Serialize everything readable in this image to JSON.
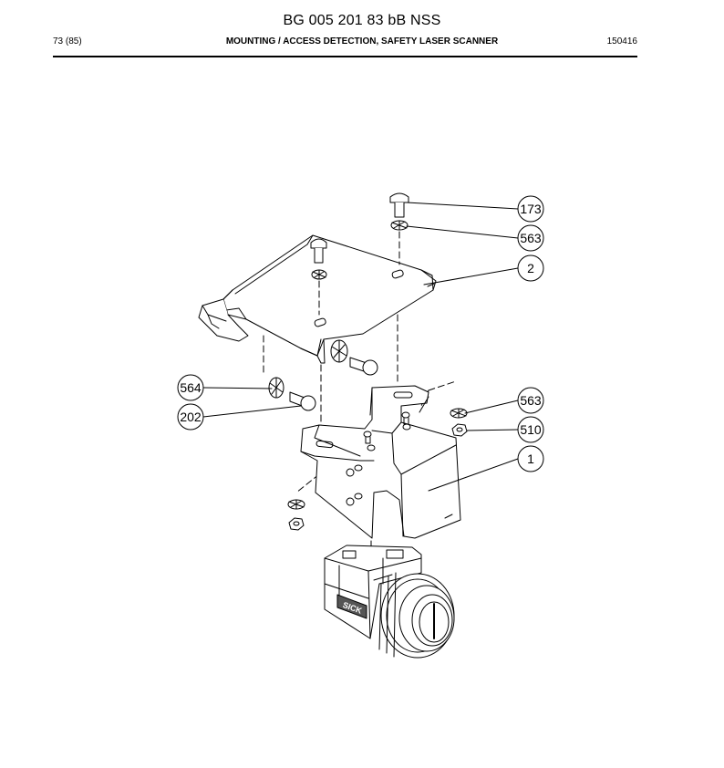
{
  "document": {
    "title": "BG 005 201 83 bB NSS",
    "page": "73 (85)",
    "section": "MOUNTING / ACCESS DETECTION, SAFETY LASER SCANNER",
    "code": "150416"
  },
  "callouts": [
    {
      "id": "c173",
      "label": "173"
    },
    {
      "id": "c563a",
      "label": "563"
    },
    {
      "id": "c2",
      "label": "2"
    },
    {
      "id": "c564",
      "label": "564"
    },
    {
      "id": "c202",
      "label": "202"
    },
    {
      "id": "c563b",
      "label": "563"
    },
    {
      "id": "c510",
      "label": "510"
    },
    {
      "id": "c1",
      "label": "1"
    }
  ],
  "brand_text": "SICK"
}
